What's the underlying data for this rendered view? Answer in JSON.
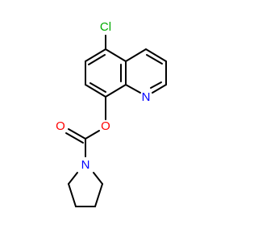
{
  "molecule": {
    "atoms": {
      "cl": {
        "symbol": "Cl",
        "color": "#00aa00"
      },
      "n_ring": {
        "symbol": "N",
        "color": "#0000ff"
      },
      "o_ester": {
        "symbol": "O",
        "color": "#ff0000"
      },
      "o_carbonyl": {
        "symbol": "O",
        "color": "#ff0000"
      },
      "n_amide": {
        "symbol": "N",
        "color": "#0000ff"
      }
    },
    "bond_color": "#000000"
  }
}
